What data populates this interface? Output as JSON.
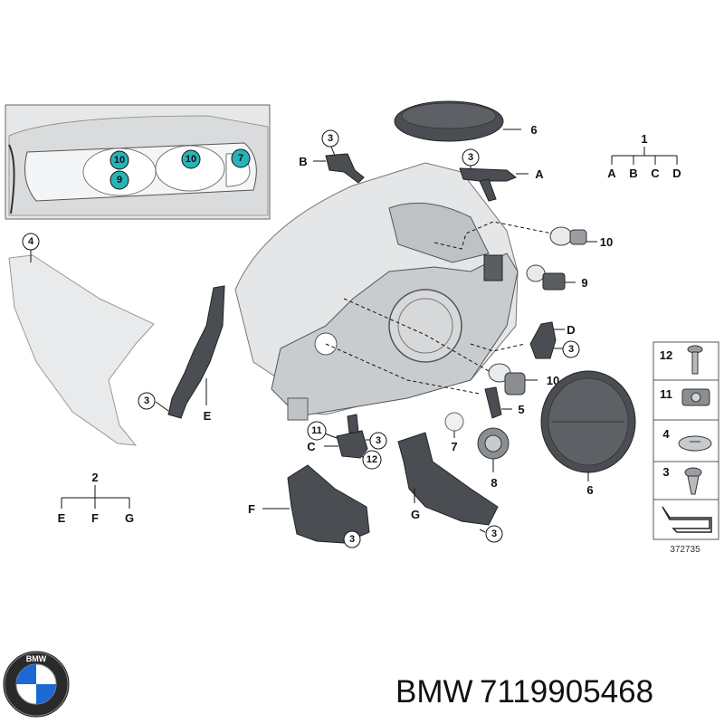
{
  "brand": {
    "name": "BMW",
    "part_number": "7119905468",
    "logo_letters": "BMW"
  },
  "reference": "372735",
  "inset": {
    "callouts": [
      "10",
      "9",
      "10",
      "7"
    ]
  },
  "callouts": {
    "c3_B": "3",
    "c3_A": "3",
    "c6_top": "6",
    "c10_bulb": "10",
    "c9_bulb": "9",
    "c3_D": "3",
    "c10_lower": "10",
    "c5": "5",
    "c6_cover": "6",
    "c7": "7",
    "c8": "8",
    "c11": "11",
    "c3_C": "3",
    "c12": "12",
    "c3_E": "3",
    "c4": "4",
    "c3_F": "3",
    "c3_G": "3"
  },
  "letters": {
    "A": "A",
    "B": "B",
    "C": "C",
    "D": "D",
    "E": "E",
    "F": "F",
    "G": "G"
  },
  "tree1": {
    "root": "1",
    "children": [
      "A",
      "B",
      "C",
      "D"
    ]
  },
  "tree2": {
    "root": "2",
    "children": [
      "E",
      "F",
      "G"
    ]
  },
  "legend": {
    "rows": [
      {
        "num": "12",
        "icon": "screw-icon"
      },
      {
        "num": "11",
        "icon": "clip-nut-icon"
      },
      {
        "num": "4",
        "icon": "plug-cap-icon"
      },
      {
        "num": "3",
        "icon": "self-tapping-screw-icon"
      },
      {
        "num": "",
        "icon": "arrow-symbol-icon"
      }
    ]
  }
}
